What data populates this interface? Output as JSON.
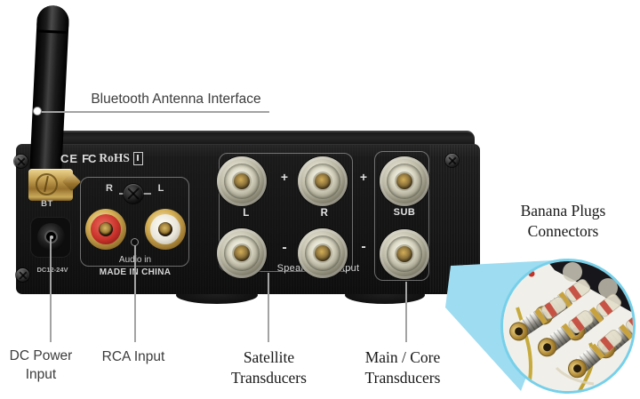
{
  "page": {
    "background": "#ffffff"
  },
  "colors": {
    "accent_beam": "#9ddcf1",
    "inset_border": "#76d0ea",
    "device_black": "#151515",
    "callout_line": "#a3a3a3",
    "sans_label_text": "#3c3c3c",
    "serif_label_text": "#181818",
    "device_text": "#d6d6d6",
    "rca_red": "#c8322a",
    "rca_white": "#e9e5da",
    "gold": "#c2a14e"
  },
  "callouts": {
    "bluetooth_antenna": {
      "label": "Bluetooth Antenna Interface"
    },
    "dc_power": {
      "line1": "DC Power",
      "line2": "Input"
    },
    "rca_input": {
      "label": "RCA Input"
    },
    "satellite": {
      "line1": "Satellite",
      "line2": "Transducers"
    },
    "main_core": {
      "line1": "Main / Core",
      "line2": "Transducers"
    },
    "banana_plugs": {
      "line1": "Banana Plugs",
      "line2": "Connectors"
    }
  },
  "device": {
    "certifications": {
      "ce": "CE",
      "fcc": "FC",
      "rohs": "RoHS"
    },
    "bt_port_label": "BT",
    "dc_voltage_label": "DC12-24V",
    "rca_right_label": "R",
    "rca_left_label": "L",
    "audio_in_label": "Audio in",
    "origin_label": "MADE IN CHINA",
    "speaker_output_label": "Speaker output",
    "binding_posts": {
      "plus": "+",
      "minus": "-",
      "left": "L",
      "right": "R",
      "sub": "SUB"
    }
  }
}
